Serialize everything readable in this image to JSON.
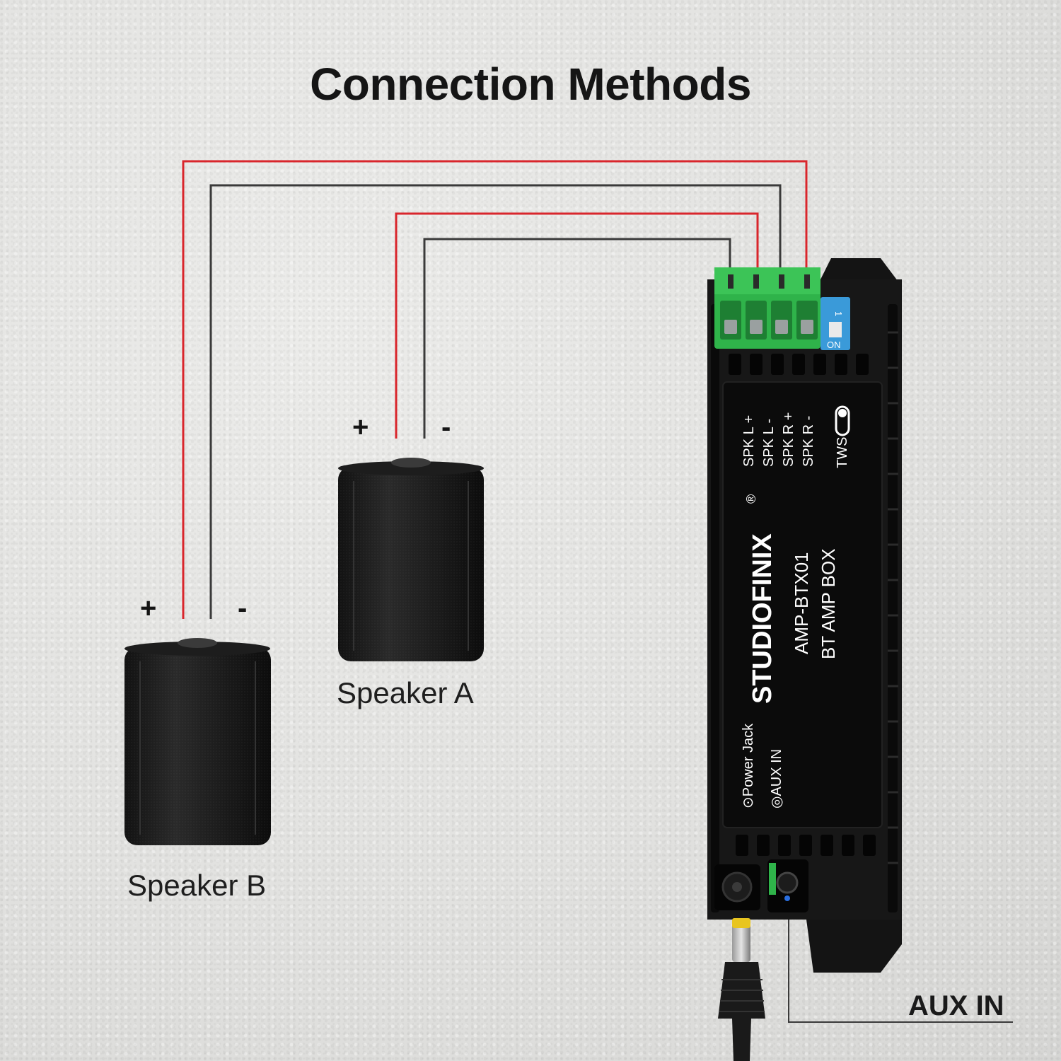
{
  "title": "Connection Methods",
  "speakers": {
    "a": {
      "label": "Speaker A",
      "plus": "+",
      "minus": "-"
    },
    "b": {
      "label": "Speaker B",
      "plus": "+",
      "minus": "-"
    }
  },
  "device": {
    "brand": "STUDIOFINIX",
    "registered": "®",
    "model": "AMP-BTX01",
    "name": "BT AMP BOX",
    "terminals": [
      "SPK  L +",
      "SPK  L -",
      "SPK  R +",
      "SPK  R -"
    ],
    "tws_label": "TWS",
    "switch_top": "1",
    "switch_bottom": "ON",
    "ports": [
      "⊙Power Jack",
      "◎AUX IN"
    ]
  },
  "callout": {
    "aux_in": "AUX IN"
  },
  "colors": {
    "positive_wire": "#d9262c",
    "negative_wire": "#3a3a3a",
    "terminal": "#2fb34a",
    "device": "#141414"
  }
}
